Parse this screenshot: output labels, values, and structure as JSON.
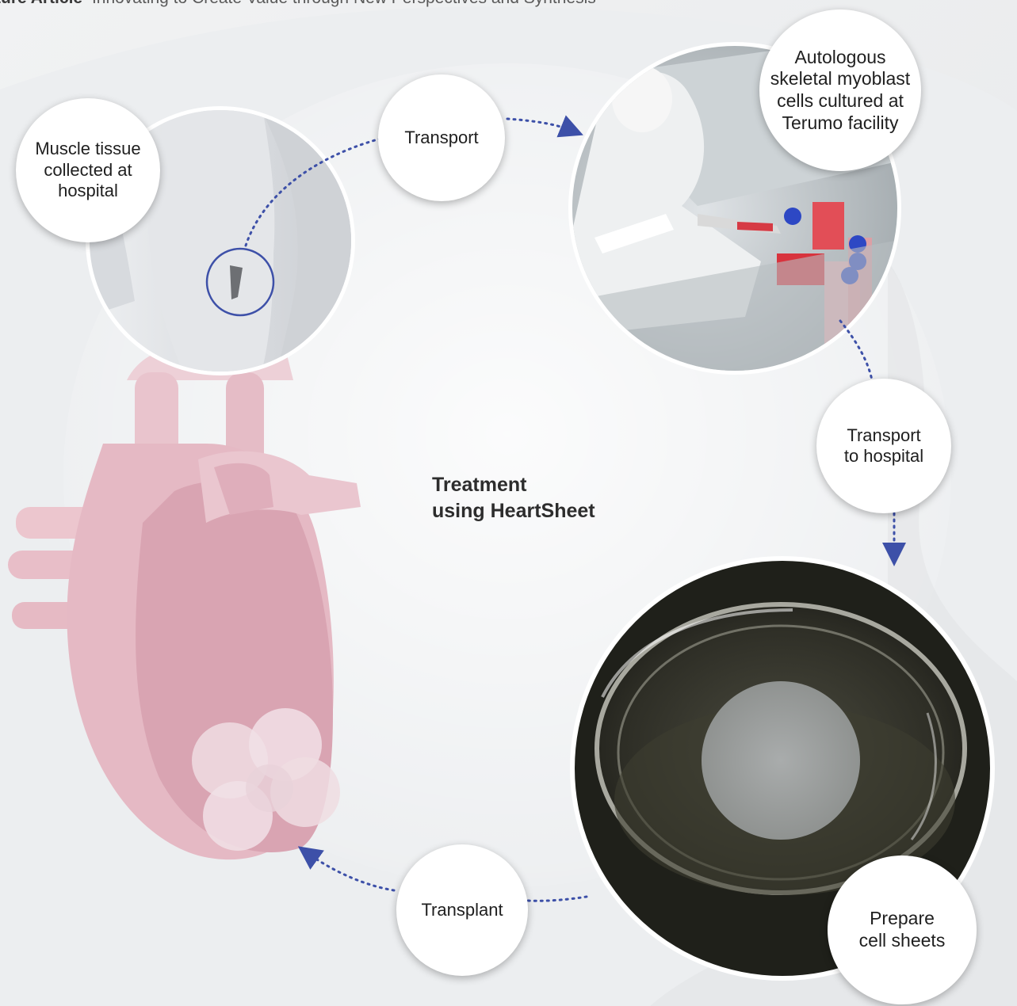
{
  "header": {
    "bold": "ture Article",
    "text": "Innovating to Create Value through New Perspectives and Synthesis"
  },
  "center_title": "Treatment\nusing HeartSheet",
  "steps": {
    "muscle": "Muscle tissue\ncollected at\nhospital",
    "transport": "Transport",
    "cultured": "Autologous\nskeletal myoblast\ncells cultured at\nTerumo facility",
    "transport_hospital": "Transport\nto hospital",
    "prepare": "Prepare\ncell sheets",
    "transplant": "Transplant"
  },
  "colors": {
    "arrow": "#3d50a8",
    "heart": "#e7bcc6",
    "bubble": "#ffffff"
  },
  "icons": [
    "heart-illustration",
    "body-silhouette-icon",
    "lab-photo",
    "petri-dish-photo"
  ]
}
